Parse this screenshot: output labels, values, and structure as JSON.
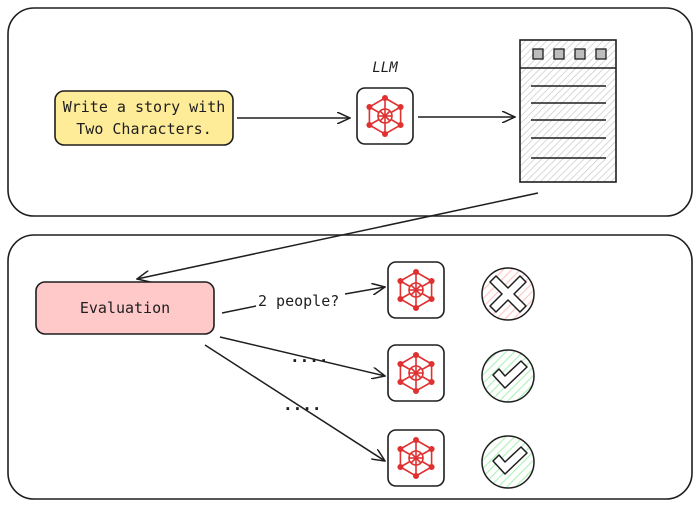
{
  "prompt_box": {
    "line1": "Write a story with",
    "line2": "Two Characters."
  },
  "llm_label": "LLM",
  "evaluation_box": {
    "label": "Evaluation"
  },
  "question_label": "2 people?",
  "ellipsis_1": "....",
  "ellipsis_2": "....",
  "results": [
    "fail",
    "pass",
    "pass"
  ],
  "colors": {
    "prompt_fill": "#ffec99",
    "evaluation_fill": "#ffc9c9",
    "llm_icon": "#e03131",
    "fail_fill": "#ffc9c9",
    "fail_stroke": "#e03131",
    "pass_fill": "#b2f2bb",
    "pass_stroke": "#2f9e44",
    "stroke": "#1e1e1e"
  }
}
